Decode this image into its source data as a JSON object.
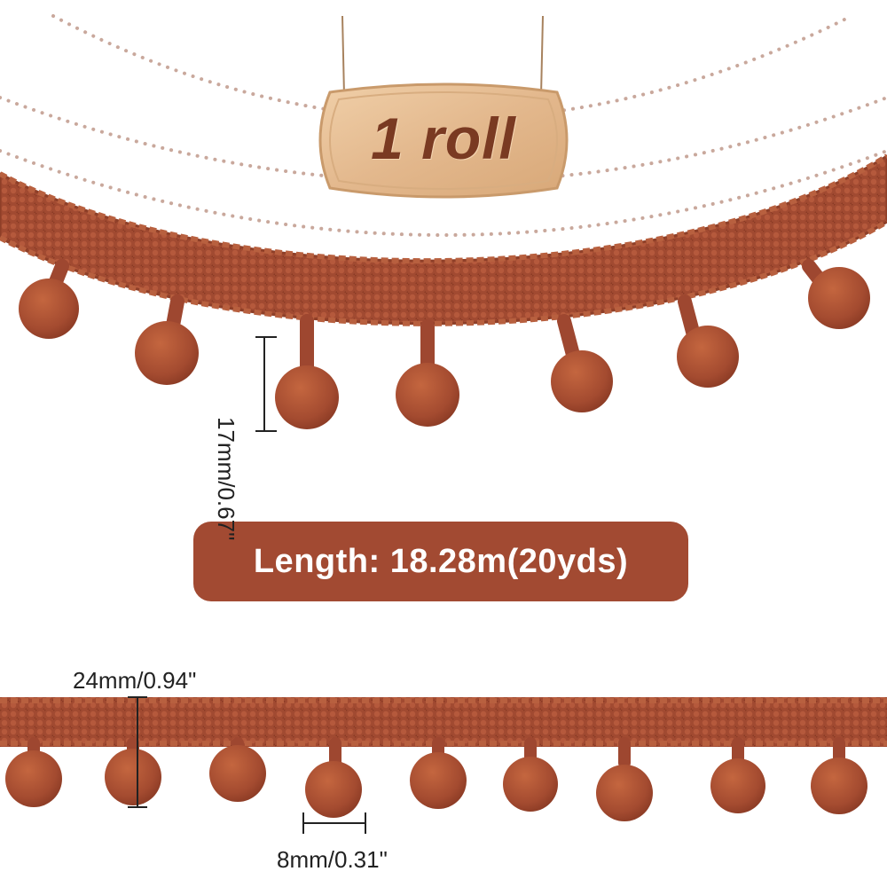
{
  "sign": {
    "text": "1 roll"
  },
  "banner": {
    "text": "Length: 18.28m(20yds)"
  },
  "dimensions": {
    "pompom_drop": "17mm/0.67\"",
    "total_height": "24mm/0.94\"",
    "ball_size": "8mm/0.31\""
  },
  "colors": {
    "trim": "#a44b32",
    "banner": "#a24a32",
    "sign_wood": "#e2b98f",
    "dots": "#c9a89c"
  }
}
